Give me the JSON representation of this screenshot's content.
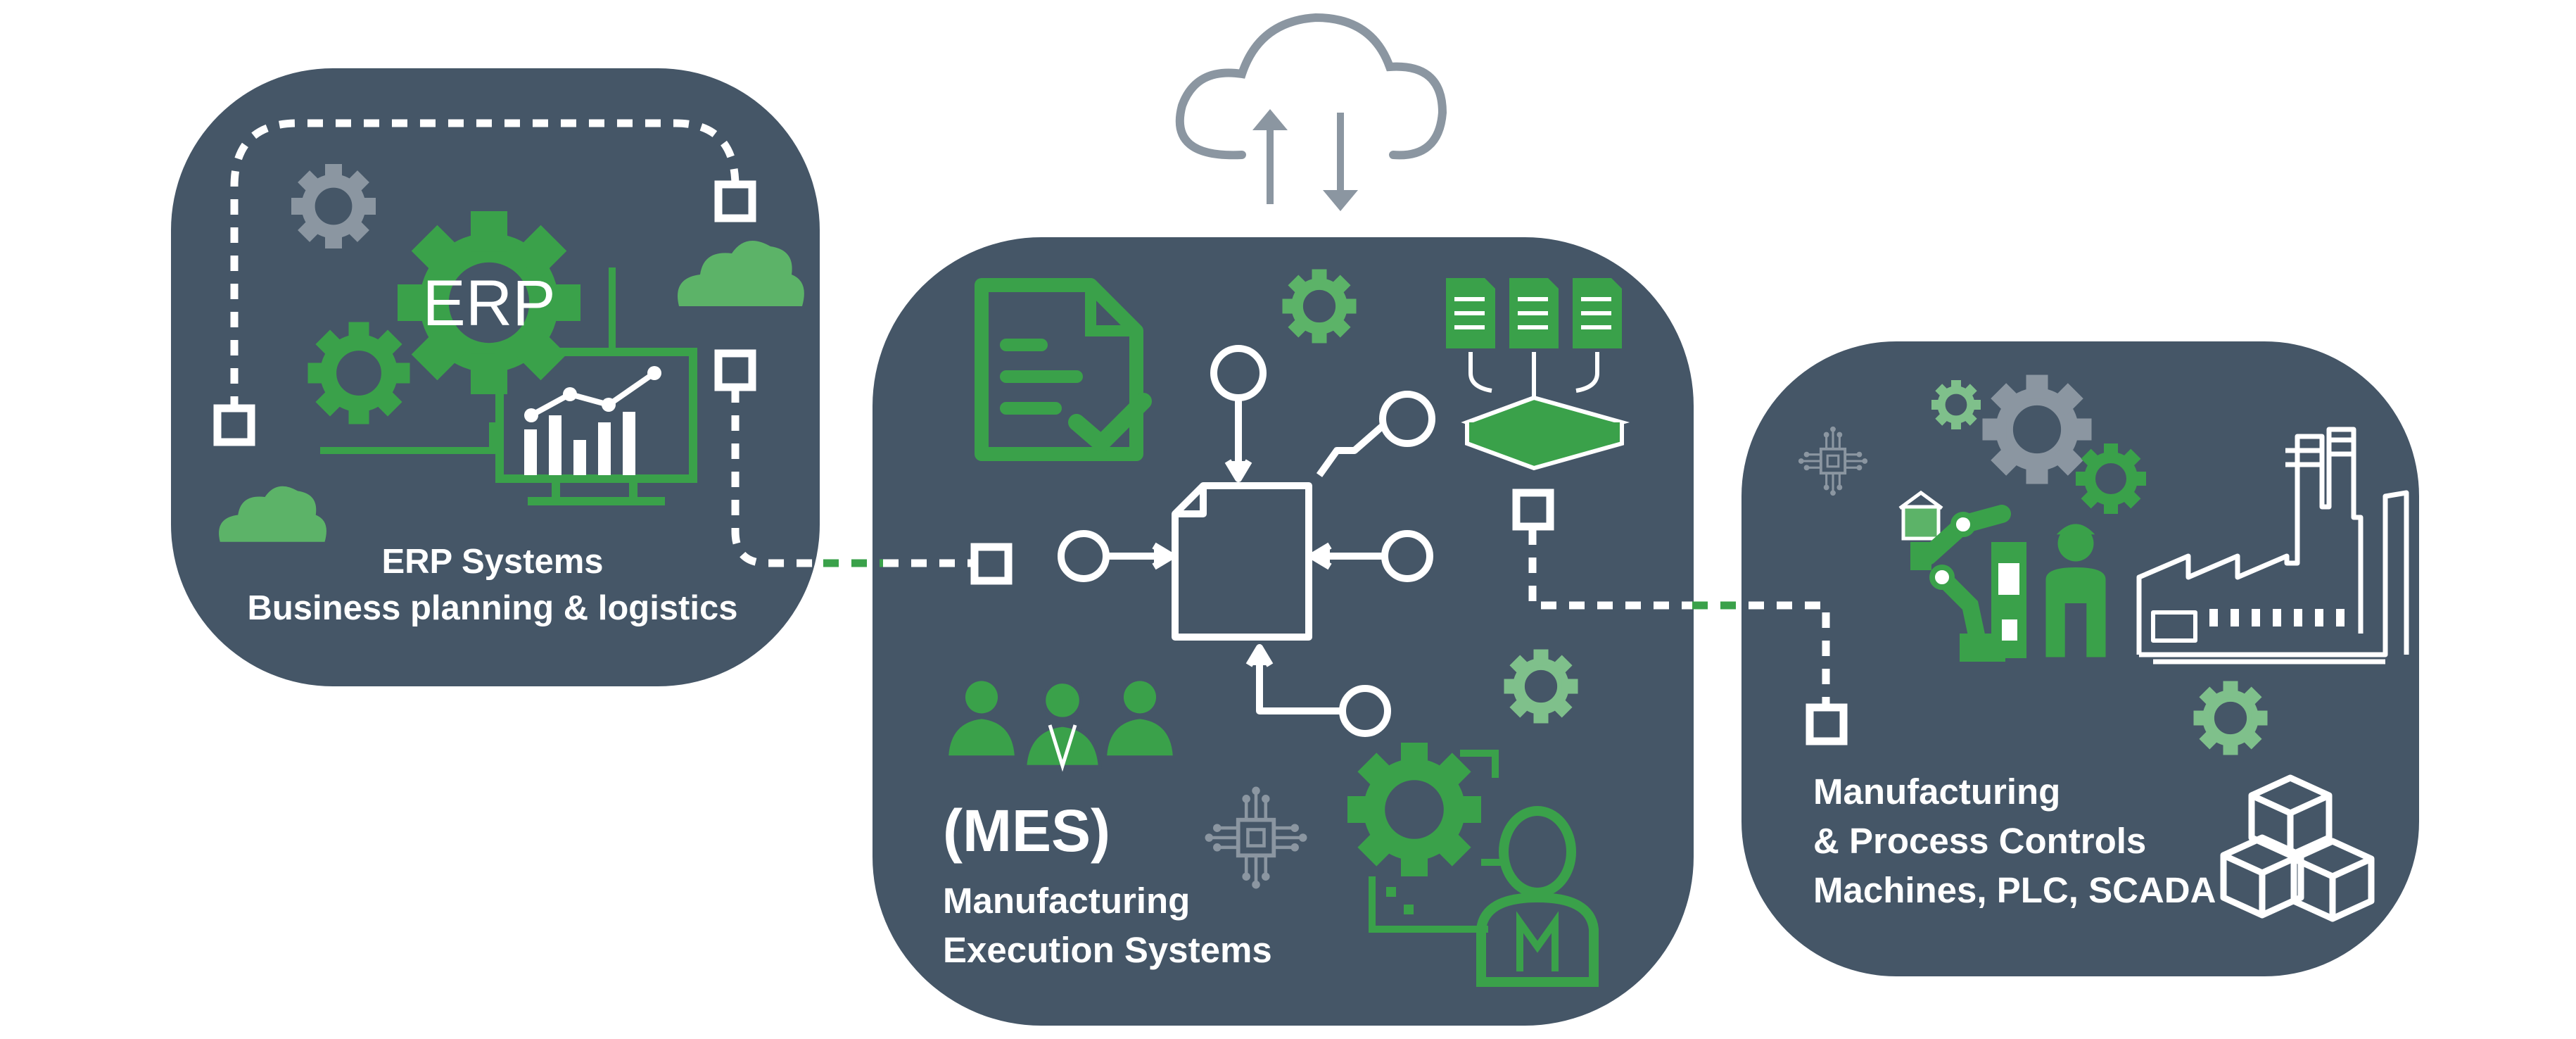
{
  "colors": {
    "panel": "#455667",
    "accent_green": "#3aa14a",
    "light_green": "#5cb368",
    "pale_green": "#7fc08b",
    "grey_icon": "#8b96a1",
    "white": "#ffffff"
  },
  "erp": {
    "icon_text": "ERP",
    "line1": "ERP Systems",
    "line2": "Business planning & logistics"
  },
  "mes": {
    "abbreviation": "(MES)",
    "line1": "Manufacturing",
    "line2": "Execution Systems"
  },
  "mpc": {
    "line1": "Manufacturing",
    "line2": "& Process Controls",
    "line3": "Machines, PLC, SCADA"
  },
  "icons": [
    "cloud-sync-icon",
    "gear-icon",
    "cloud-icon",
    "erp-gears-monitor-icon",
    "document-check-icon",
    "documents-tray-icon",
    "data-hub-icon",
    "team-icon",
    "chip-icon",
    "engineer-gear-icon",
    "robot-arm-icon",
    "worker-icon",
    "factory-icon",
    "boxes-icon"
  ]
}
